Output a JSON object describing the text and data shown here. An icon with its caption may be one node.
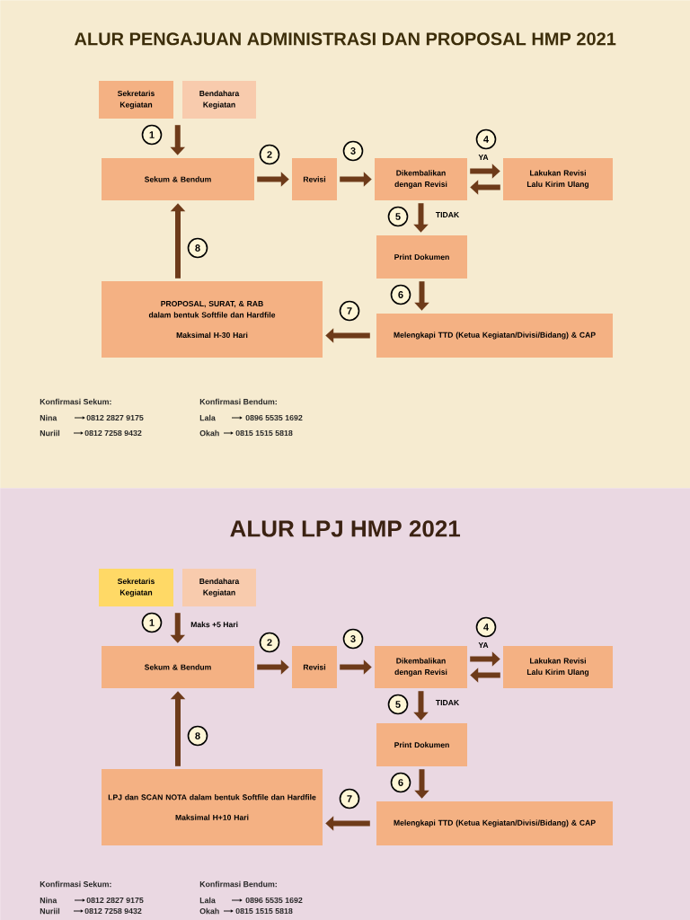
{
  "diagram": {
    "nodes": [
      {
        "text": [
          "ALUR PENGAJUAN ADMINISTRASI DAN PROPOSAL HMP 2021"
        ]
      },
      {
        "text": [
          "Sekretaris Kegiatan"
        ],
        "in": 0
      },
      {
        "text": [
          "Bendahara Kegiatan"
        ],
        "in": 0
      },
      {
        "text": [
          "Sekum & Bendum"
        ],
        "in": 0
      },
      {
        "text": [
          "Revisi"
        ],
        "in": 0
      },
      {
        "text": [
          "Dikembalikan dengan Revisi"
        ],
        "in": 0
      },
      {
        "text": [
          "Lakukan Revisi Lalu Kirim Ulang"
        ],
        "in": 0
      },
      {
        "text": [
          "Print Dokumen"
        ],
        "in": 0
      },
      {
        "text": [
          "Melengkapi TTD (Ketua Kegiatan/Divisi/Bidang) & CAP"
        ],
        "in": 0
      },
      {
        "text": [
          "PROPOSAL, SURAT, & RAB dalam bentuk Softfile dan Hardfile",
          "Maksimal H-30 Hari"
        ],
        "in": 0
      },
      {
        "text": [
          "ALUR LPJ HMP 2021"
        ]
      },
      {
        "text": [
          "Sekretaris Kegiatan"
        ],
        "in": 10
      },
      {
        "text": [
          "Bendahara Kegiatan"
        ],
        "in": 10
      },
      {
        "text": [
          "Sekum & Bendum"
        ],
        "in": 10
      },
      {
        "text": [
          "Revisi"
        ],
        "in": 10
      },
      {
        "text": [
          "Dikembalikan dengan Revisi"
        ],
        "in": 10
      },
      {
        "text": [
          "Lakukan Revisi Lalu Kirim Ulang"
        ],
        "in": 10
      },
      {
        "text": [
          "Print Dokumen"
        ],
        "in": 10
      },
      {
        "text": [
          "Melengkapi TTD (Ketua Kegiatan/Divisi/Bidang) & CAP"
        ],
        "in": 10
      },
      {
        "text": [
          "LPJ dan SCAN NOTA dalam bentuk Softfile dan Hardfile",
          "Maksimal H+10 Hari"
        ],
        "in": 10
      }
    ],
    "edges": [
      {
        "from": 1,
        "to": 3,
        "arrow": "to"
      },
      {
        "from": 2,
        "to": 3,
        "arrow": "to"
      },
      {
        "from": 3,
        "to": 4,
        "arrow": "to"
      },
      {
        "from": 4,
        "to": 5,
        "arrow": "to"
      },
      {
        "from": 5,
        "to": 6,
        "arrow": "to",
        "label": "YA"
      },
      {
        "from": 6,
        "to": 5,
        "arrow": "to"
      },
      {
        "from": 5,
        "to": 7,
        "arrow": "to",
        "label": "TIDAK"
      },
      {
        "from": 7,
        "to": 8,
        "arrow": "to"
      },
      {
        "from": 8,
        "to": 9,
        "arrow": "to"
      },
      {
        "from": 9,
        "to": 3,
        "arrow": "to"
      },
      {
        "from": 11,
        "to": 13,
        "arrow": "to",
        "label": "Maks +5 Hari"
      },
      {
        "from": 12,
        "to": 13,
        "arrow": "to"
      },
      {
        "from": 13,
        "to": 14,
        "arrow": "to"
      },
      {
        "from": 14,
        "to": 15,
        "arrow": "to"
      },
      {
        "from": 15,
        "to": 16,
        "arrow": "to",
        "label": "YA"
      },
      {
        "from": 16,
        "to": 15,
        "arrow": "to"
      },
      {
        "from": 15,
        "to": 17,
        "arrow": "to",
        "label": "TIDAK"
      },
      {
        "from": 17,
        "to": 18,
        "arrow": "to"
      },
      {
        "from": 18,
        "to": 19,
        "arrow": "to"
      },
      {
        "from": 19,
        "to": 13,
        "arrow": "to"
      }
    ],
    "labels": [
      "1",
      "2",
      "3",
      "4",
      "5",
      "6",
      "7",
      "8",
      "Konfirmasi Sekum:",
      "Nina",
      "0812 2827 9175",
      "Nuriil",
      "0812 7258 9432",
      "Konfirmasi Bendum:",
      "Lala",
      "0896 5535 1692",
      "Okah",
      "0815 1515 5818",
      "1",
      "2",
      "3",
      "4",
      "5",
      "6",
      "7",
      "8",
      "Konfirmasi Sekum:",
      "Nina",
      "0812 2827 9175",
      "Nuriil",
      "0812 7258 9432",
      "Konfirmasi Bendum:",
      "Lala",
      "0896 5535 1692",
      "Okah",
      "0815 1515 5818"
    ]
  }
}
